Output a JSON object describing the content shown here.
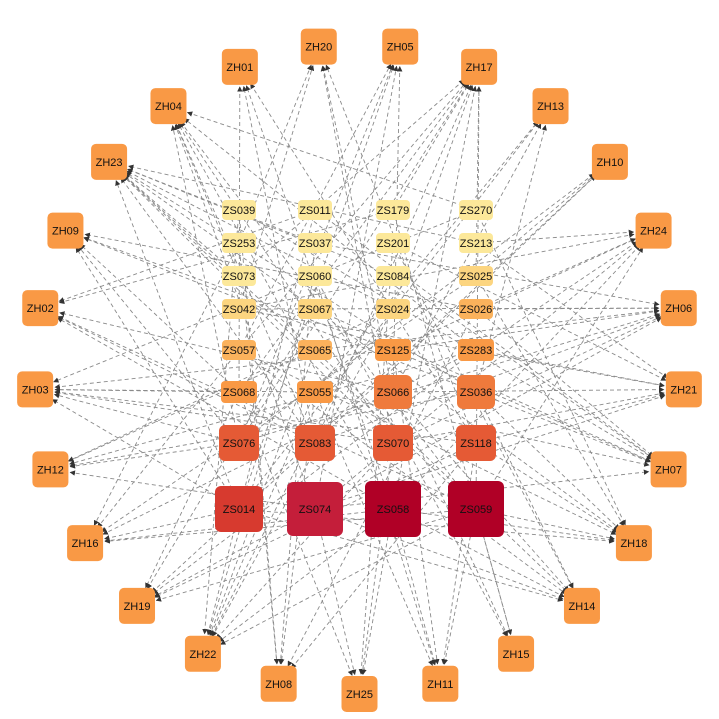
{
  "colors": {
    "edge": "#8a8a8a",
    "arrowhead": "#333333",
    "outer_node": "#f99945",
    "scale": [
      "#fce89a",
      "#fcd580",
      "#fbb25c",
      "#f99945",
      "#ef7a3c",
      "#e55a35",
      "#d73a2f",
      "#c41e3a",
      "#b00026"
    ]
  },
  "outer_nodes": [
    "ZH05",
    "ZH17",
    "ZH13",
    "ZH10",
    "ZH24",
    "ZH06",
    "ZH21",
    "ZH07",
    "ZH18",
    "ZH14",
    "ZH15",
    "ZH11",
    "ZH25",
    "ZH08",
    "ZH22",
    "ZH19",
    "ZH16",
    "ZH12",
    "ZH03",
    "ZH02",
    "ZH09",
    "ZH23",
    "ZH04",
    "ZH01",
    "ZH20"
  ],
  "inner_columns": [
    [
      {
        "id": "ZS039",
        "level": 0
      },
      {
        "id": "ZS253",
        "level": 0
      },
      {
        "id": "ZS073",
        "level": 0
      },
      {
        "id": "ZS042",
        "level": 1
      },
      {
        "id": "ZS057",
        "level": 2
      },
      {
        "id": "ZS068",
        "level": 3
      },
      {
        "id": "ZS076",
        "level": 5
      },
      {
        "id": "ZS014",
        "level": 6
      }
    ],
    [
      {
        "id": "ZS011",
        "level": 0
      },
      {
        "id": "ZS037",
        "level": 0
      },
      {
        "id": "ZS060",
        "level": 0
      },
      {
        "id": "ZS067",
        "level": 1
      },
      {
        "id": "ZS065",
        "level": 2
      },
      {
        "id": "ZS055",
        "level": 3
      },
      {
        "id": "ZS083",
        "level": 5
      },
      {
        "id": "ZS074",
        "level": 7
      }
    ],
    [
      {
        "id": "ZS179",
        "level": 0
      },
      {
        "id": "ZS201",
        "level": 0
      },
      {
        "id": "ZS084",
        "level": 0
      },
      {
        "id": "ZS024",
        "level": 1
      },
      {
        "id": "ZS125",
        "level": 3
      },
      {
        "id": "ZS066",
        "level": 4
      },
      {
        "id": "ZS070",
        "level": 5
      },
      {
        "id": "ZS058",
        "level": 8
      }
    ],
    [
      {
        "id": "ZS270",
        "level": 0
      },
      {
        "id": "ZS213",
        "level": 0
      },
      {
        "id": "ZS025",
        "level": 1
      },
      {
        "id": "ZS026",
        "level": 2
      },
      {
        "id": "ZS283",
        "level": 3
      },
      {
        "id": "ZS036",
        "level": 4
      },
      {
        "id": "ZS118",
        "level": 5
      },
      {
        "id": "ZS059",
        "level": 8
      }
    ]
  ]
}
